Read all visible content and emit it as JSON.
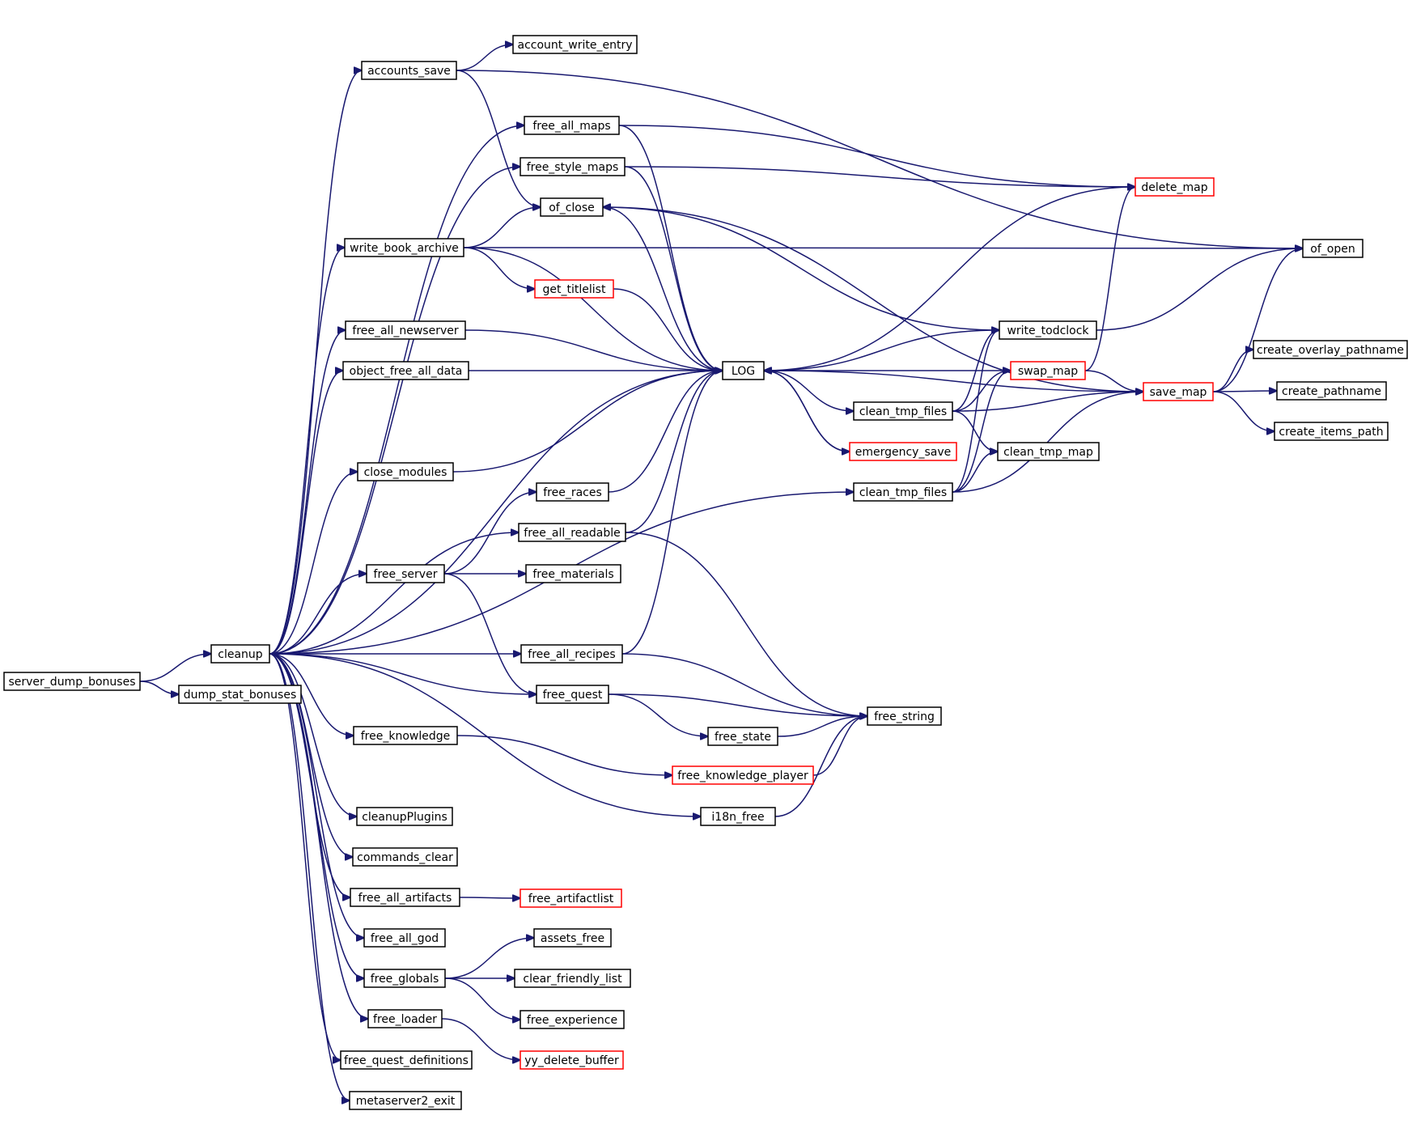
{
  "colors": {
    "edge": "#191970",
    "node_border": "#000000",
    "node_border_truncated": "#ff0000",
    "root_fill": "#bfbfbf",
    "node_fill": "#ffffff",
    "background": "#ffffff"
  },
  "nodes": {
    "server_dump_bonuses": {
      "label": "server_dump_bonuses",
      "root": true,
      "truncated": false
    },
    "cleanup": {
      "label": "cleanup",
      "truncated": false
    },
    "dump_stat_bonuses": {
      "label": "dump_stat_bonuses",
      "truncated": false
    },
    "accounts_save": {
      "label": "accounts_save",
      "truncated": false
    },
    "account_write_entry": {
      "label": "account_write_entry",
      "truncated": false
    },
    "of_close": {
      "label": "of_close",
      "truncated": false
    },
    "of_open": {
      "label": "of_open",
      "truncated": false
    },
    "free_all_maps": {
      "label": "free_all_maps",
      "truncated": false
    },
    "free_style_maps": {
      "label": "free_style_maps",
      "truncated": false
    },
    "delete_map": {
      "label": "delete_map",
      "truncated": true
    },
    "write_book_archive": {
      "label": "write_book_archive",
      "truncated": false
    },
    "get_titlelist": {
      "label": "get_titlelist",
      "truncated": true
    },
    "free_all_newserver": {
      "label": "free_all_newserver",
      "truncated": false
    },
    "object_free_all_data": {
      "label": "object_free_all_data",
      "truncated": false
    },
    "LOG": {
      "label": "LOG",
      "truncated": false
    },
    "write_todclock": {
      "label": "write_todclock",
      "truncated": false
    },
    "swap_map": {
      "label": "swap_map",
      "truncated": true
    },
    "save_map": {
      "label": "save_map",
      "truncated": true
    },
    "create_overlay_pathname": {
      "label": "create_overlay_pathname",
      "truncated": false
    },
    "create_pathname": {
      "label": "create_pathname",
      "truncated": false
    },
    "create_items_path": {
      "label": "create_items_path",
      "truncated": false
    },
    "clean_tmp_files_a": {
      "label": "clean_tmp_files",
      "truncated": false
    },
    "emergency_save": {
      "label": "emergency_save",
      "truncated": true
    },
    "clean_tmp_map": {
      "label": "clean_tmp_map",
      "truncated": false
    },
    "clean_tmp_files_b": {
      "label": "clean_tmp_files",
      "truncated": false
    },
    "close_modules": {
      "label": "close_modules",
      "truncated": false
    },
    "free_races": {
      "label": "free_races",
      "truncated": false
    },
    "free_all_readable": {
      "label": "free_all_readable",
      "truncated": false
    },
    "free_server": {
      "label": "free_server",
      "truncated": false
    },
    "free_materials": {
      "label": "free_materials",
      "truncated": false
    },
    "free_all_recipes": {
      "label": "free_all_recipes",
      "truncated": false
    },
    "free_quest": {
      "label": "free_quest",
      "truncated": false
    },
    "free_string": {
      "label": "free_string",
      "truncated": false
    },
    "free_state": {
      "label": "free_state",
      "truncated": false
    },
    "free_knowledge": {
      "label": "free_knowledge",
      "truncated": false
    },
    "free_knowledge_player": {
      "label": "free_knowledge_player",
      "truncated": true
    },
    "i18n_free": {
      "label": "i18n_free",
      "truncated": false
    },
    "cleanupPlugins": {
      "label": "cleanupPlugins",
      "truncated": false
    },
    "commands_clear": {
      "label": "commands_clear",
      "truncated": false
    },
    "free_all_artifacts": {
      "label": "free_all_artifacts",
      "truncated": false
    },
    "free_artifactlist": {
      "label": "free_artifactlist",
      "truncated": true
    },
    "free_all_god": {
      "label": "free_all_god",
      "truncated": false
    },
    "free_globals": {
      "label": "free_globals",
      "truncated": false
    },
    "assets_free": {
      "label": "assets_free",
      "truncated": false
    },
    "clear_friendly_list": {
      "label": "clear_friendly_list",
      "truncated": false
    },
    "free_experience": {
      "label": "free_experience",
      "truncated": false
    },
    "free_loader": {
      "label": "free_loader",
      "truncated": false
    },
    "yy_delete_buffer": {
      "label": "yy_delete_buffer",
      "truncated": true
    },
    "free_quest_definitions": {
      "label": "free_quest_definitions",
      "truncated": false
    },
    "metaserver2_exit": {
      "label": "metaserver2_exit",
      "truncated": false
    }
  },
  "edges": [
    [
      "server_dump_bonuses",
      "cleanup"
    ],
    [
      "server_dump_bonuses",
      "dump_stat_bonuses"
    ],
    [
      "cleanup",
      "accounts_save"
    ],
    [
      "cleanup",
      "free_all_maps"
    ],
    [
      "cleanup",
      "free_style_maps"
    ],
    [
      "cleanup",
      "write_book_archive"
    ],
    [
      "cleanup",
      "free_all_newserver"
    ],
    [
      "cleanup",
      "object_free_all_data"
    ],
    [
      "cleanup",
      "LOG"
    ],
    [
      "cleanup",
      "close_modules"
    ],
    [
      "cleanup",
      "free_all_readable"
    ],
    [
      "cleanup",
      "free_server"
    ],
    [
      "cleanup",
      "clean_tmp_files_b"
    ],
    [
      "cleanup",
      "free_all_recipes"
    ],
    [
      "cleanup",
      "free_quest"
    ],
    [
      "cleanup",
      "free_knowledge"
    ],
    [
      "cleanup",
      "i18n_free"
    ],
    [
      "cleanup",
      "cleanupPlugins"
    ],
    [
      "cleanup",
      "commands_clear"
    ],
    [
      "cleanup",
      "free_all_artifacts"
    ],
    [
      "cleanup",
      "free_all_god"
    ],
    [
      "cleanup",
      "free_globals"
    ],
    [
      "cleanup",
      "free_loader"
    ],
    [
      "cleanup",
      "free_quest_definitions"
    ],
    [
      "cleanup",
      "metaserver2_exit"
    ],
    [
      "accounts_save",
      "account_write_entry"
    ],
    [
      "accounts_save",
      "of_close"
    ],
    [
      "accounts_save",
      "of_open"
    ],
    [
      "free_all_maps",
      "delete_map"
    ],
    [
      "free_all_maps",
      "LOG"
    ],
    [
      "free_style_maps",
      "delete_map"
    ],
    [
      "free_style_maps",
      "LOG"
    ],
    [
      "write_book_archive",
      "of_close"
    ],
    [
      "write_book_archive",
      "get_titlelist"
    ],
    [
      "write_book_archive",
      "LOG"
    ],
    [
      "write_book_archive",
      "of_open"
    ],
    [
      "get_titlelist",
      "LOG"
    ],
    [
      "free_all_newserver",
      "LOG"
    ],
    [
      "object_free_all_data",
      "LOG"
    ],
    [
      "of_close",
      "LOG"
    ],
    [
      "delete_map",
      "LOG"
    ],
    [
      "write_todclock",
      "of_close"
    ],
    [
      "write_todclock",
      "of_open"
    ],
    [
      "write_todclock",
      "LOG"
    ],
    [
      "swap_map",
      "LOG"
    ],
    [
      "swap_map",
      "delete_map"
    ],
    [
      "swap_map",
      "save_map"
    ],
    [
      "save_map",
      "of_close"
    ],
    [
      "save_map",
      "LOG"
    ],
    [
      "save_map",
      "of_open"
    ],
    [
      "save_map",
      "create_overlay_pathname"
    ],
    [
      "save_map",
      "create_pathname"
    ],
    [
      "save_map",
      "create_items_path"
    ],
    [
      "LOG",
      "clean_tmp_files_a"
    ],
    [
      "LOG",
      "emergency_save"
    ],
    [
      "clean_tmp_files_a",
      "write_todclock"
    ],
    [
      "clean_tmp_files_a",
      "swap_map"
    ],
    [
      "clean_tmp_files_a",
      "save_map"
    ],
    [
      "clean_tmp_files_a",
      "clean_tmp_map"
    ],
    [
      "emergency_save",
      "LOG"
    ],
    [
      "clean_tmp_files_b",
      "write_todclock"
    ],
    [
      "clean_tmp_files_b",
      "swap_map"
    ],
    [
      "clean_tmp_files_b",
      "clean_tmp_map"
    ],
    [
      "clean_tmp_files_b",
      "save_map"
    ],
    [
      "close_modules",
      "LOG"
    ],
    [
      "free_races",
      "LOG"
    ],
    [
      "free_all_readable",
      "LOG"
    ],
    [
      "free_all_readable",
      "free_string"
    ],
    [
      "free_server",
      "free_races"
    ],
    [
      "free_server",
      "free_materials"
    ],
    [
      "free_server",
      "free_quest"
    ],
    [
      "free_all_recipes",
      "LOG"
    ],
    [
      "free_all_recipes",
      "free_string"
    ],
    [
      "free_quest",
      "free_string"
    ],
    [
      "free_quest",
      "free_state"
    ],
    [
      "free_state",
      "free_string"
    ],
    [
      "free_knowledge",
      "free_knowledge_player"
    ],
    [
      "free_knowledge_player",
      "free_string"
    ],
    [
      "i18n_free",
      "free_string"
    ],
    [
      "free_all_artifacts",
      "free_artifactlist"
    ],
    [
      "free_globals",
      "assets_free"
    ],
    [
      "free_globals",
      "clear_friendly_list"
    ],
    [
      "free_globals",
      "free_experience"
    ],
    [
      "free_loader",
      "yy_delete_buffer"
    ]
  ]
}
